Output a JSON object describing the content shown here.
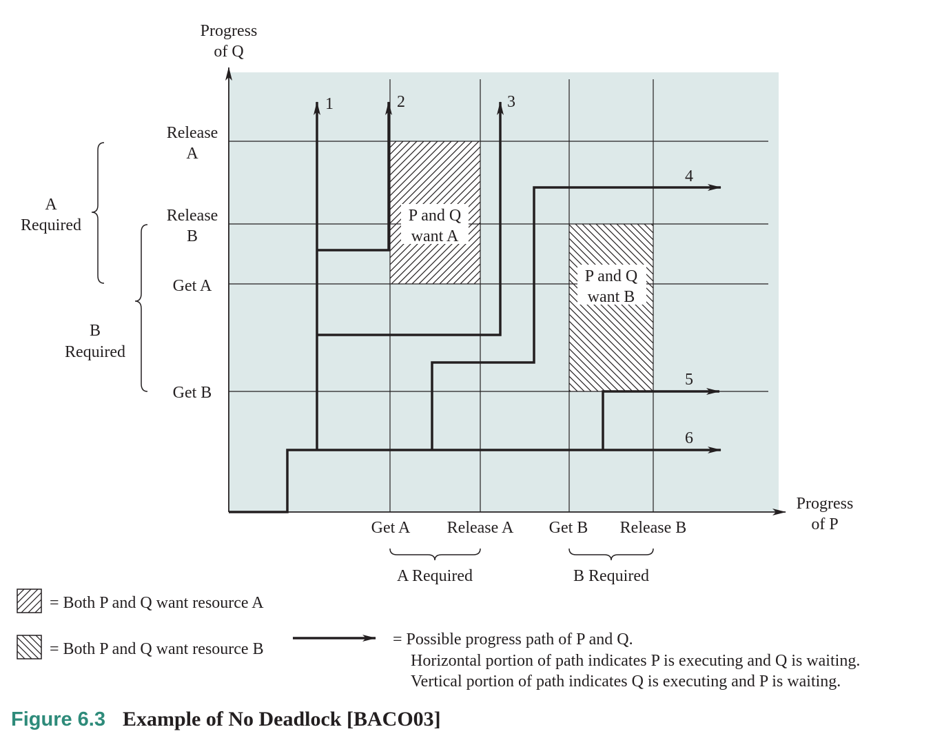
{
  "axes": {
    "y_label": [
      "Progress",
      "of Q"
    ],
    "x_label": [
      "Progress",
      "of P"
    ]
  },
  "y_ticks": [
    {
      "lines": [
        "Release",
        "A"
      ]
    },
    {
      "lines": [
        "Release",
        "B"
      ]
    },
    {
      "lines": [
        "Get A"
      ]
    },
    {
      "lines": [
        "Get B"
      ]
    }
  ],
  "x_ticks": [
    "Get A",
    "Release A",
    "Get B",
    "Release B"
  ],
  "left_braces": [
    {
      "lines": [
        "A",
        "Required"
      ]
    },
    {
      "lines": [
        "B",
        "Required"
      ]
    }
  ],
  "bottom_braces": [
    "A Required",
    "B Required"
  ],
  "regions": [
    {
      "lines": [
        "P and Q",
        "want A"
      ]
    },
    {
      "lines": [
        "P and Q",
        "want B"
      ]
    }
  ],
  "paths": [
    "1",
    "2",
    "3",
    "4",
    "5",
    "6"
  ],
  "legend": {
    "hatch_a": "= Both P and Q want resource A",
    "hatch_b": "= Both P and Q want resource B",
    "path_lines": [
      "= Possible progress path of P and Q.",
      "Horizontal portion of path indicates P is executing and Q is waiting.",
      "Vertical portion of path indicates Q is executing and P is waiting."
    ]
  },
  "caption": {
    "number": "Figure 6.3",
    "title": "Example of No Deadlock [BACO03]"
  },
  "colors": {
    "plot_background": "#dde9e9",
    "ink": "#231f20",
    "figure_number": "#2e8b7a"
  }
}
